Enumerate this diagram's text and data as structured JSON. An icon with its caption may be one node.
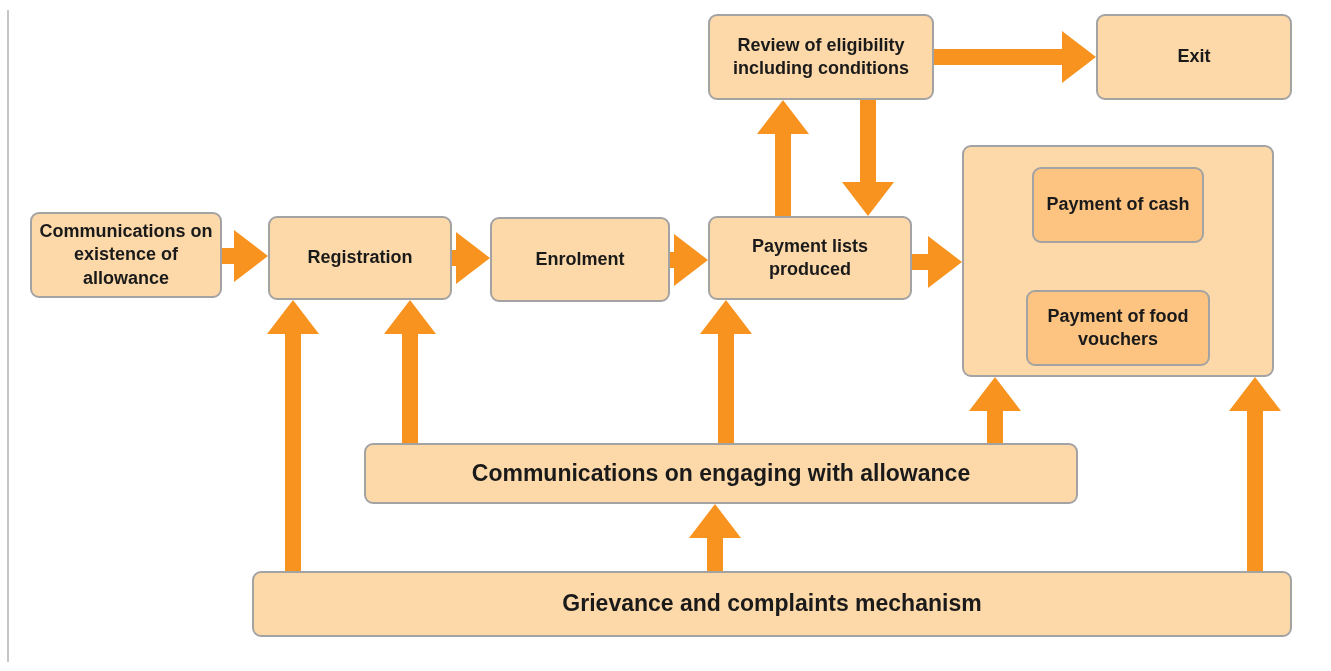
{
  "diagram": {
    "nodes": [
      {
        "text": [
          "Communications on existence of allowance"
        ]
      },
      {
        "text": [
          "Registration"
        ]
      },
      {
        "text": [
          "Enrolment"
        ]
      },
      {
        "text": [
          "Payment lists produced"
        ]
      },
      {
        "text": [
          "Review of eligibility including conditions"
        ]
      },
      {
        "text": [
          "Exit"
        ]
      },
      {
        "text": [],
        "shape": "box"
      },
      {
        "text": [
          "Payment of cash"
        ],
        "in": 6
      },
      {
        "text": [
          "Payment of food vouchers"
        ],
        "in": 6
      },
      {
        "text": [
          "Communications on engaging with allowance"
        ]
      },
      {
        "text": [
          "Grievance and complaints mechanism"
        ]
      }
    ],
    "edges": [
      {
        "from": 0,
        "to": 1,
        "arrow": "to"
      },
      {
        "from": 1,
        "to": 2,
        "arrow": "to"
      },
      {
        "from": 2,
        "to": 3,
        "arrow": "to"
      },
      {
        "from": 3,
        "to": 6,
        "arrow": "to"
      },
      {
        "from": 3,
        "to": 4,
        "arrow": "to"
      },
      {
        "from": 4,
        "to": 3,
        "arrow": "to"
      },
      {
        "from": 4,
        "to": 5,
        "arrow": "to"
      },
      {
        "from": 9,
        "to": 1,
        "arrow": "to"
      },
      {
        "from": 9,
        "to": 3,
        "arrow": "to"
      },
      {
        "from": 9,
        "to": 6,
        "arrow": "to"
      },
      {
        "from": 10,
        "to": 1,
        "arrow": "to"
      },
      {
        "from": 10,
        "to": 9,
        "arrow": "to"
      },
      {
        "from": 10,
        "to": 6,
        "arrow": "to"
      }
    ]
  }
}
